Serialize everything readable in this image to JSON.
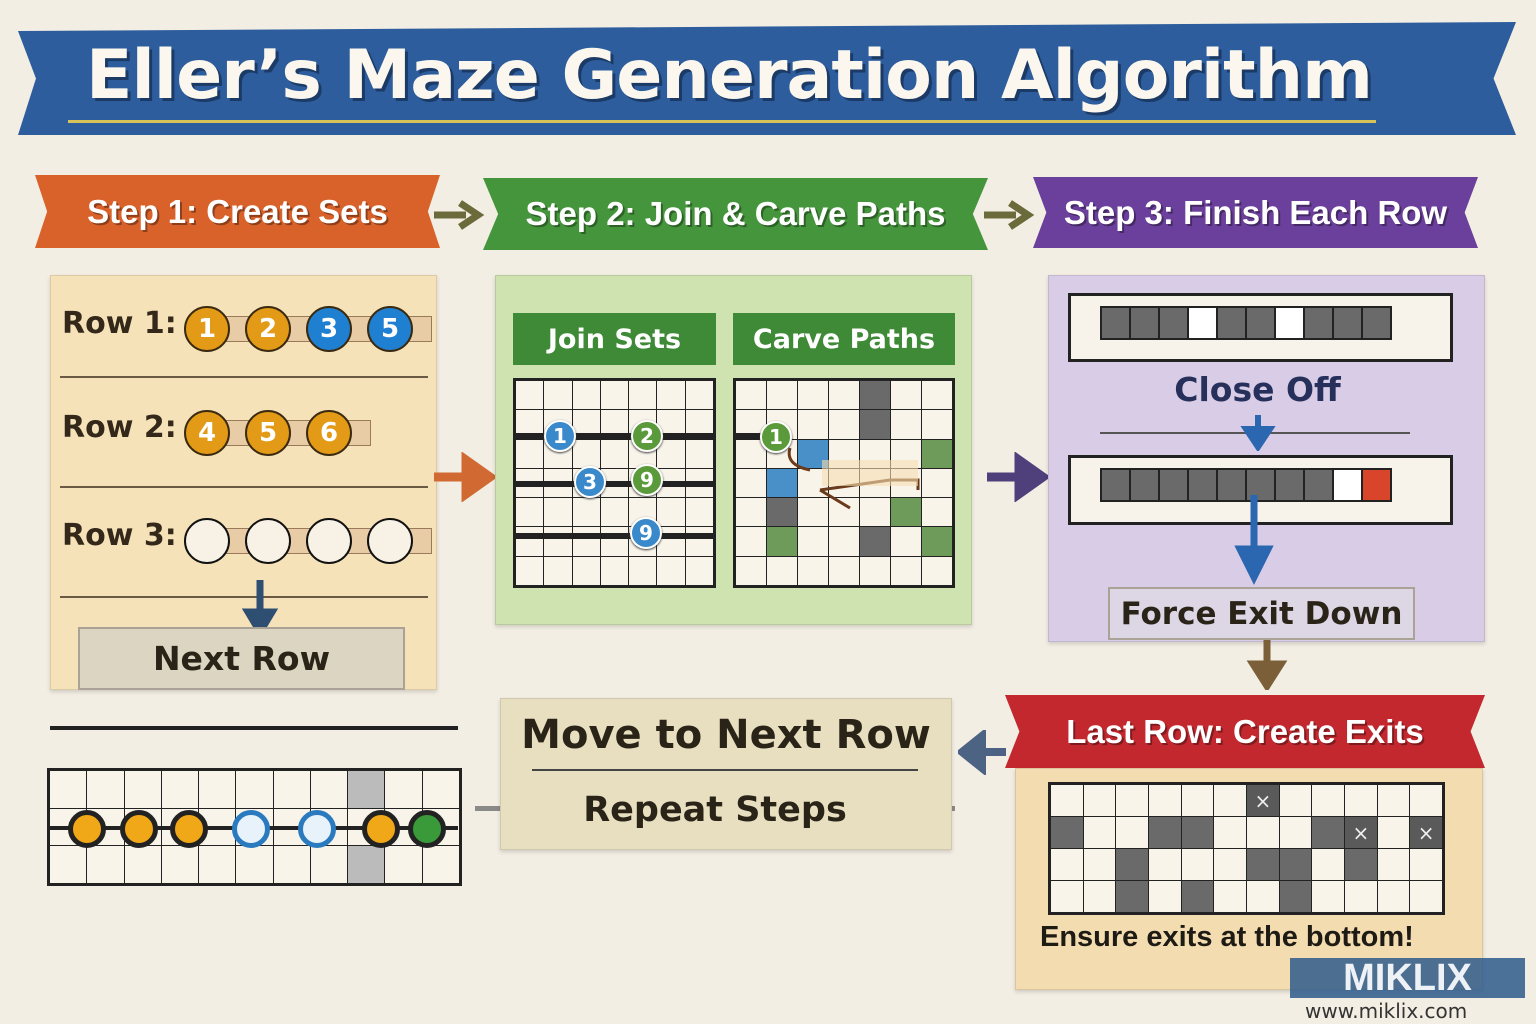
{
  "title": "Eller’s Maze Generation Algorithm",
  "steps": [
    {
      "label": "Step 1: Create Sets",
      "color": "#d9622a"
    },
    {
      "label": "Step 2: Join & Carve Paths",
      "color": "#45953c"
    },
    {
      "label": "Step 3: Finish Each Row",
      "color": "#6b3f9c"
    }
  ],
  "step1": {
    "rows": [
      {
        "label": "Row 1:",
        "sets": [
          "1",
          "2",
          "3",
          "5"
        ]
      },
      {
        "label": "Row 2:",
        "sets": [
          "4",
          "5",
          "6"
        ]
      },
      {
        "label": "Row 3:",
        "sets": [
          "",
          "",
          "",
          ""
        ]
      }
    ],
    "next_button": "Next Row"
  },
  "step2": {
    "join_label": "Join Sets",
    "carve_label": "Carve Paths",
    "join_nodes": [
      "1",
      "2",
      "3",
      "9",
      "9"
    ],
    "carve_node": "1"
  },
  "step3": {
    "close_label": "Close Off",
    "force_label": "Force Exit Down"
  },
  "last_row": {
    "label": "Last Row: Create Exits",
    "color": "#c4282f",
    "note": "Ensure exits at the bottom!",
    "exit_marks": [
      "×",
      "×",
      "×"
    ]
  },
  "move": {
    "title": "Move to Next Row",
    "subtitle": "Repeat Steps"
  },
  "watermark": {
    "logo": "MIKLIX",
    "url": "www.miklix.com"
  }
}
